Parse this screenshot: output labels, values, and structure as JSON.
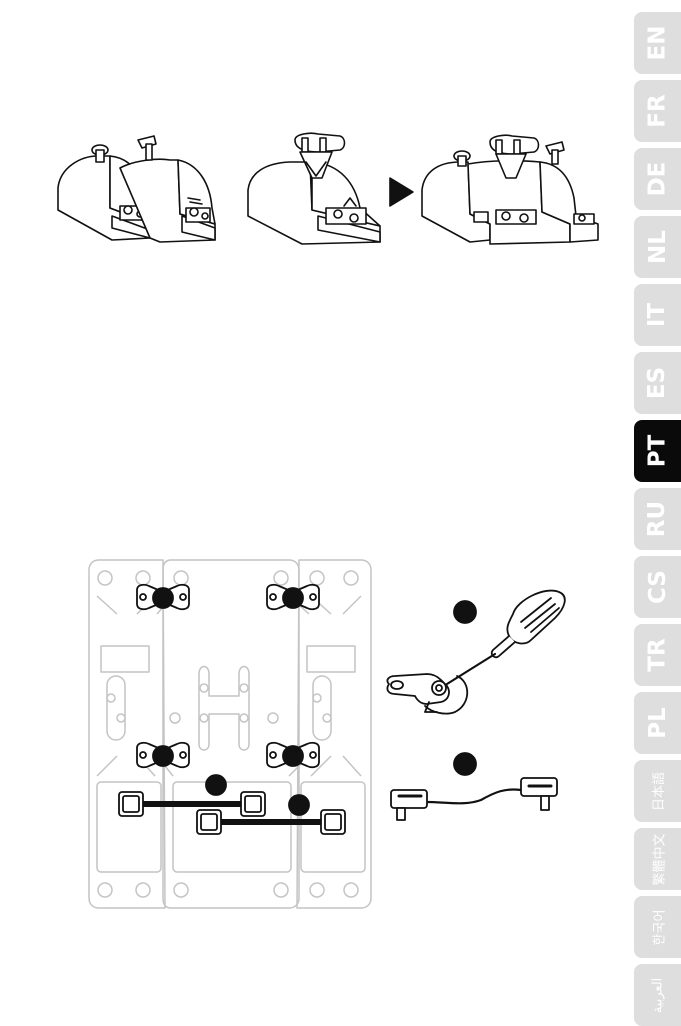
{
  "language_tabs": [
    {
      "label": "EN",
      "active": false
    },
    {
      "label": "FR",
      "active": false
    },
    {
      "label": "DE",
      "active": false
    },
    {
      "label": "NL",
      "active": false
    },
    {
      "label": "IT",
      "active": false
    },
    {
      "label": "ES",
      "active": false
    },
    {
      "label": "PT",
      "active": true
    },
    {
      "label": "RU",
      "active": false
    },
    {
      "label": "CS",
      "active": false
    },
    {
      "label": "TR",
      "active": false
    },
    {
      "label": "PL",
      "active": false
    },
    {
      "label": "日本語",
      "active": false
    },
    {
      "label": "繁體中文",
      "active": false
    },
    {
      "label": "한국어",
      "active": false
    },
    {
      "label": "العربية",
      "active": false
    }
  ],
  "colors": {
    "tab_inactive": "#dedede",
    "tab_active": "#0a0a0a",
    "line_art": "#111111",
    "plate_outline": "#c4c4c4"
  }
}
